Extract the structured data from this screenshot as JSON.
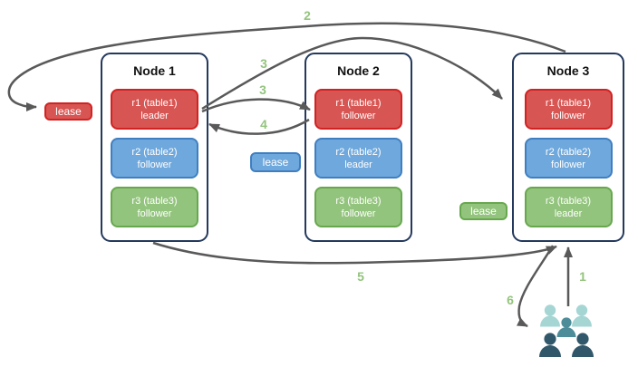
{
  "nodes": [
    {
      "title": "Node 1",
      "ranges": [
        {
          "name": "r1 (table1)",
          "role": "leader",
          "color": "red"
        },
        {
          "name": "r2 (table2)",
          "role": "follower",
          "color": "blue"
        },
        {
          "name": "r3 (table3)",
          "role": "follower",
          "color": "green"
        }
      ]
    },
    {
      "title": "Node 2",
      "ranges": [
        {
          "name": "r1 (table1)",
          "role": "follower",
          "color": "red"
        },
        {
          "name": "r2 (table2)",
          "role": "leader",
          "color": "blue"
        },
        {
          "name": "r3 (table3)",
          "role": "follower",
          "color": "green"
        }
      ]
    },
    {
      "title": "Node 3",
      "ranges": [
        {
          "name": "r1 (table1)",
          "role": "follower",
          "color": "red"
        },
        {
          "name": "r2 (table2)",
          "role": "follower",
          "color": "blue"
        },
        {
          "name": "r3 (table3)",
          "role": "leader",
          "color": "green"
        }
      ]
    }
  ],
  "leases": [
    {
      "label": "lease",
      "color": "red"
    },
    {
      "label": "lease",
      "color": "blue"
    },
    {
      "label": "lease",
      "color": "green"
    }
  ],
  "steps": {
    "s1": "1",
    "s2": "2",
    "s3a": "3",
    "s3b": "3",
    "s4": "4",
    "s5": "5",
    "s6": "6"
  },
  "icons": {
    "users": "users-group-icon"
  },
  "colors": {
    "red_fill": "#d75552",
    "red_border": "#d32222",
    "blue_fill": "#6fa8dc",
    "blue_border": "#3f7fc1",
    "green_fill": "#93c47d",
    "green_border": "#67a84e",
    "node_border": "#24395c",
    "arrow": "#595959",
    "step_label": "#93c47d",
    "users_light": "#a5d6d4",
    "users_medium": "#4d8d99",
    "users_dark": "#31576a"
  }
}
